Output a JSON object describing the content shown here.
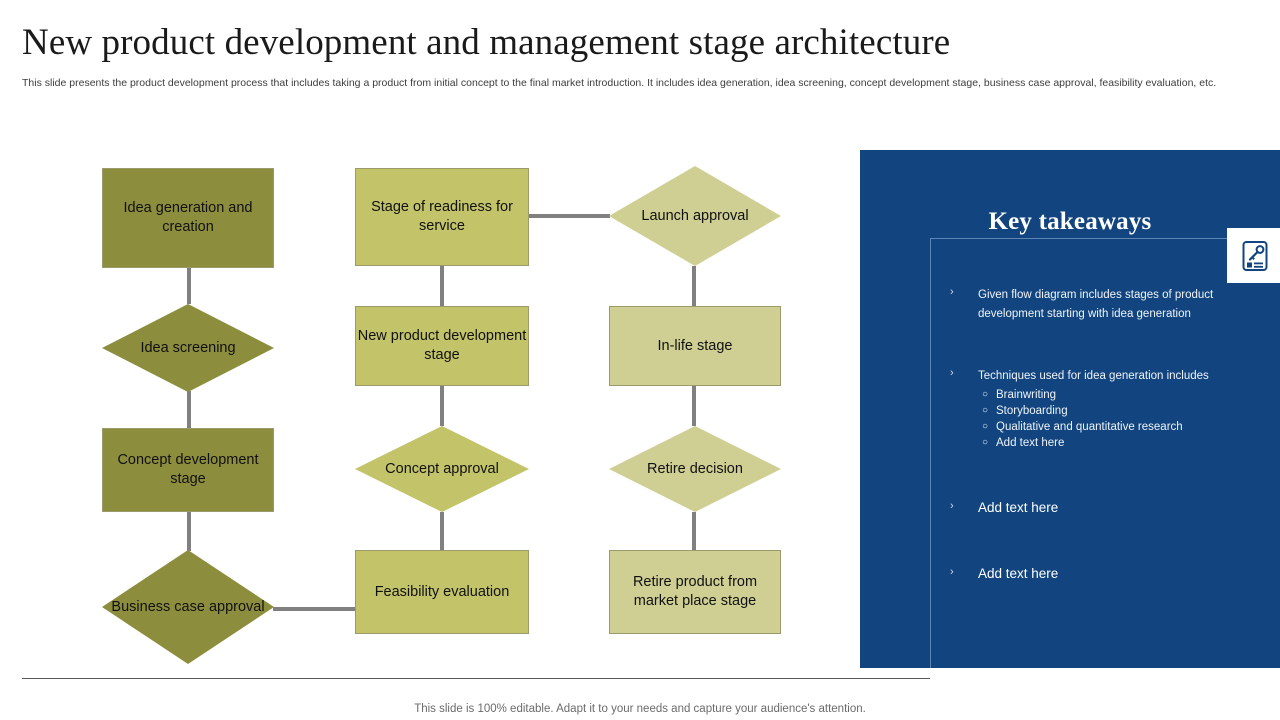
{
  "slide": {
    "title": "New product development and management stage architecture",
    "subtitle": "This slide presents the product development process that includes taking a product from initial concept to the final market introduction. It includes idea generation, idea screening, concept development stage, business case approval, feasibility evaluation, etc.",
    "footer_note": "This slide is 100% editable. Adapt it to your needs and capture your audience's attention."
  },
  "colors": {
    "panel_blue": "#12457f",
    "olive_dark": "#8d8d3e",
    "olive_mid": "#c3c36a",
    "olive_light": "#cfcf94",
    "connector_gray": "#808080"
  },
  "flow": {
    "columns": [
      {
        "name": "column-1",
        "nodes": [
          {
            "id": "idea-generation-and-creation",
            "label": "Idea generation and creation",
            "shape": "rect"
          },
          {
            "id": "idea-screening",
            "label": "Idea screening",
            "shape": "diamond"
          },
          {
            "id": "concept-development-stage",
            "label": "Concept development stage",
            "shape": "rect"
          },
          {
            "id": "business-case-approval",
            "label": "Business case approval",
            "shape": "diamond"
          }
        ]
      },
      {
        "name": "column-2",
        "nodes": [
          {
            "id": "stage-of-readiness-for-service",
            "label": "Stage of readiness for service",
            "shape": "rect"
          },
          {
            "id": "new-product-development-stage",
            "label": "New product development stage",
            "shape": "rect"
          },
          {
            "id": "concept-approval",
            "label": "Concept approval",
            "shape": "diamond"
          },
          {
            "id": "feasibility-evaluation",
            "label": "Feasibility evaluation",
            "shape": "rect"
          }
        ]
      },
      {
        "name": "column-3",
        "nodes": [
          {
            "id": "launch-approval",
            "label": "Launch approval",
            "shape": "diamond"
          },
          {
            "id": "in-life-stage",
            "label": "In-life stage",
            "shape": "rect"
          },
          {
            "id": "retire-decision",
            "label": "Retire decision",
            "shape": "diamond"
          },
          {
            "id": "retire-product-from-market-place-stage",
            "label": "Retire product from market place stage",
            "shape": "rect"
          }
        ]
      }
    ]
  },
  "key_takeaways": {
    "heading": "Key takeaways",
    "badge_icon": "key-document-icon",
    "bullets": [
      {
        "marker": "›",
        "text": "Given flow diagram includes stages of product development  starting with idea generation",
        "sub_items": []
      },
      {
        "marker": "›",
        "text": "Techniques used for idea generation includes",
        "sub_marker": "○",
        "sub_items": [
          "Brainwriting",
          "Storyboarding",
          "Qualitative and quantitative research",
          "Add text here"
        ]
      },
      {
        "marker": "›",
        "text": "Add text here",
        "sub_items": []
      },
      {
        "marker": "›",
        "text": "Add text here",
        "sub_items": []
      }
    ]
  }
}
